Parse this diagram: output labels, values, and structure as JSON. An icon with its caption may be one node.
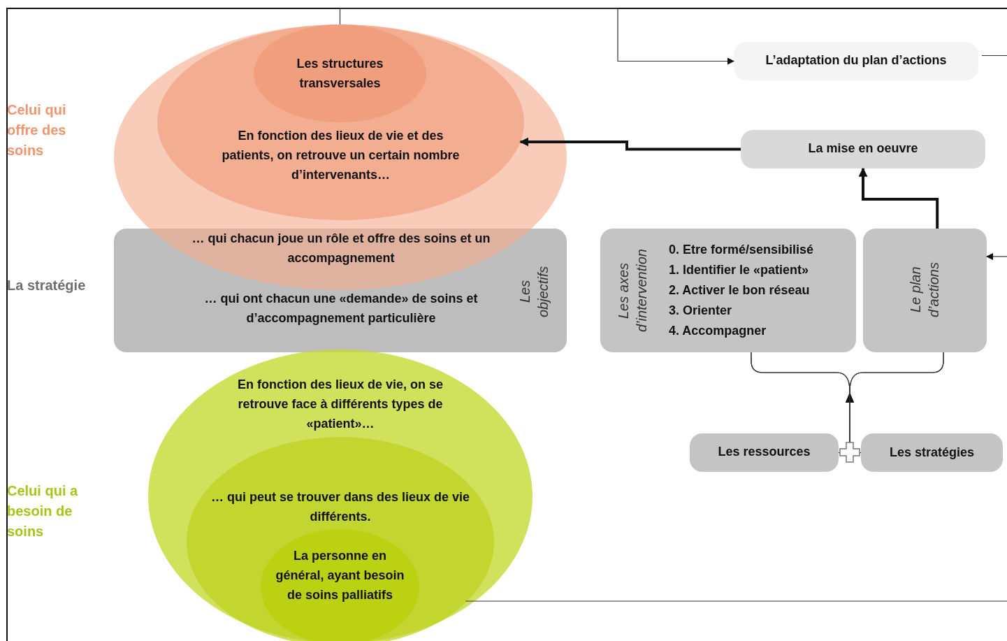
{
  "diagram": {
    "nodes": [
      {
        "text": [],
        "shape": "ellipse"
      },
      {
        "text": [
          "En fonction des lieux de vie et des patients, on retrouve un certain nombre d’intervenants…"
        ],
        "in": 0
      },
      {
        "text": [
          "Les structures transversales"
        ],
        "in": 1
      },
      {
        "text": [
          "… qui chacun joue un rôle et offre des soins et un accompagnement",
          "… qui ont chacun une «demande» de soins et d’accompagnement particulière",
          "Les objectifs"
        ]
      },
      {
        "text": [
          "En fonction des lieux de vie, on se retrouve face à différents types de «patient»…"
        ]
      },
      {
        "text": [
          "… qui peut se trouver dans des lieux de vie différents."
        ],
        "in": 4
      },
      {
        "text": [
          "La personne en général, ayant besoin de soins palliatifs"
        ],
        "in": 5
      },
      {
        "text": [
          "L’adaptation du plan d’actions"
        ]
      },
      {
        "text": [
          "La mise en oeuvre"
        ]
      },
      {
        "text": [
          "Les axes d’intervention",
          "0. Etre formé/sensibilisé",
          "1. Identifier le «patient»",
          "2. Activer le bon réseau",
          "3. Orienter",
          "4. Accompagner"
        ]
      },
      {
        "text": [
          "Le plan d’actions"
        ]
      },
      {
        "text": [
          "Les ressources"
        ]
      },
      {
        "text": [
          "Les stratégies"
        ]
      }
    ],
    "edges": [
      {
        "from": 11,
        "to": 9,
        "arrow": "to"
      },
      {
        "from": 11,
        "to": 10,
        "arrow": "to"
      },
      {
        "from": 12,
        "to": 9,
        "arrow": "to"
      },
      {
        "from": 12,
        "to": 10,
        "arrow": "to"
      },
      {
        "from": 10,
        "to": 8,
        "arrow": "to",
        "style": "thick"
      },
      {
        "from": 8,
        "to": 1,
        "arrow": "to",
        "style": "thick"
      },
      {
        "from": 2,
        "to": 7,
        "arrow": "to"
      },
      {
        "from": 7,
        "to": null,
        "arrow": "none"
      },
      {
        "from": null,
        "to": 10,
        "arrow": "to"
      },
      {
        "from": 5,
        "to": null,
        "arrow": "none"
      }
    ],
    "labels": [
      "Celui qui offre des soins",
      "La stratégie",
      "Celui qui a besoin de soins"
    ]
  }
}
